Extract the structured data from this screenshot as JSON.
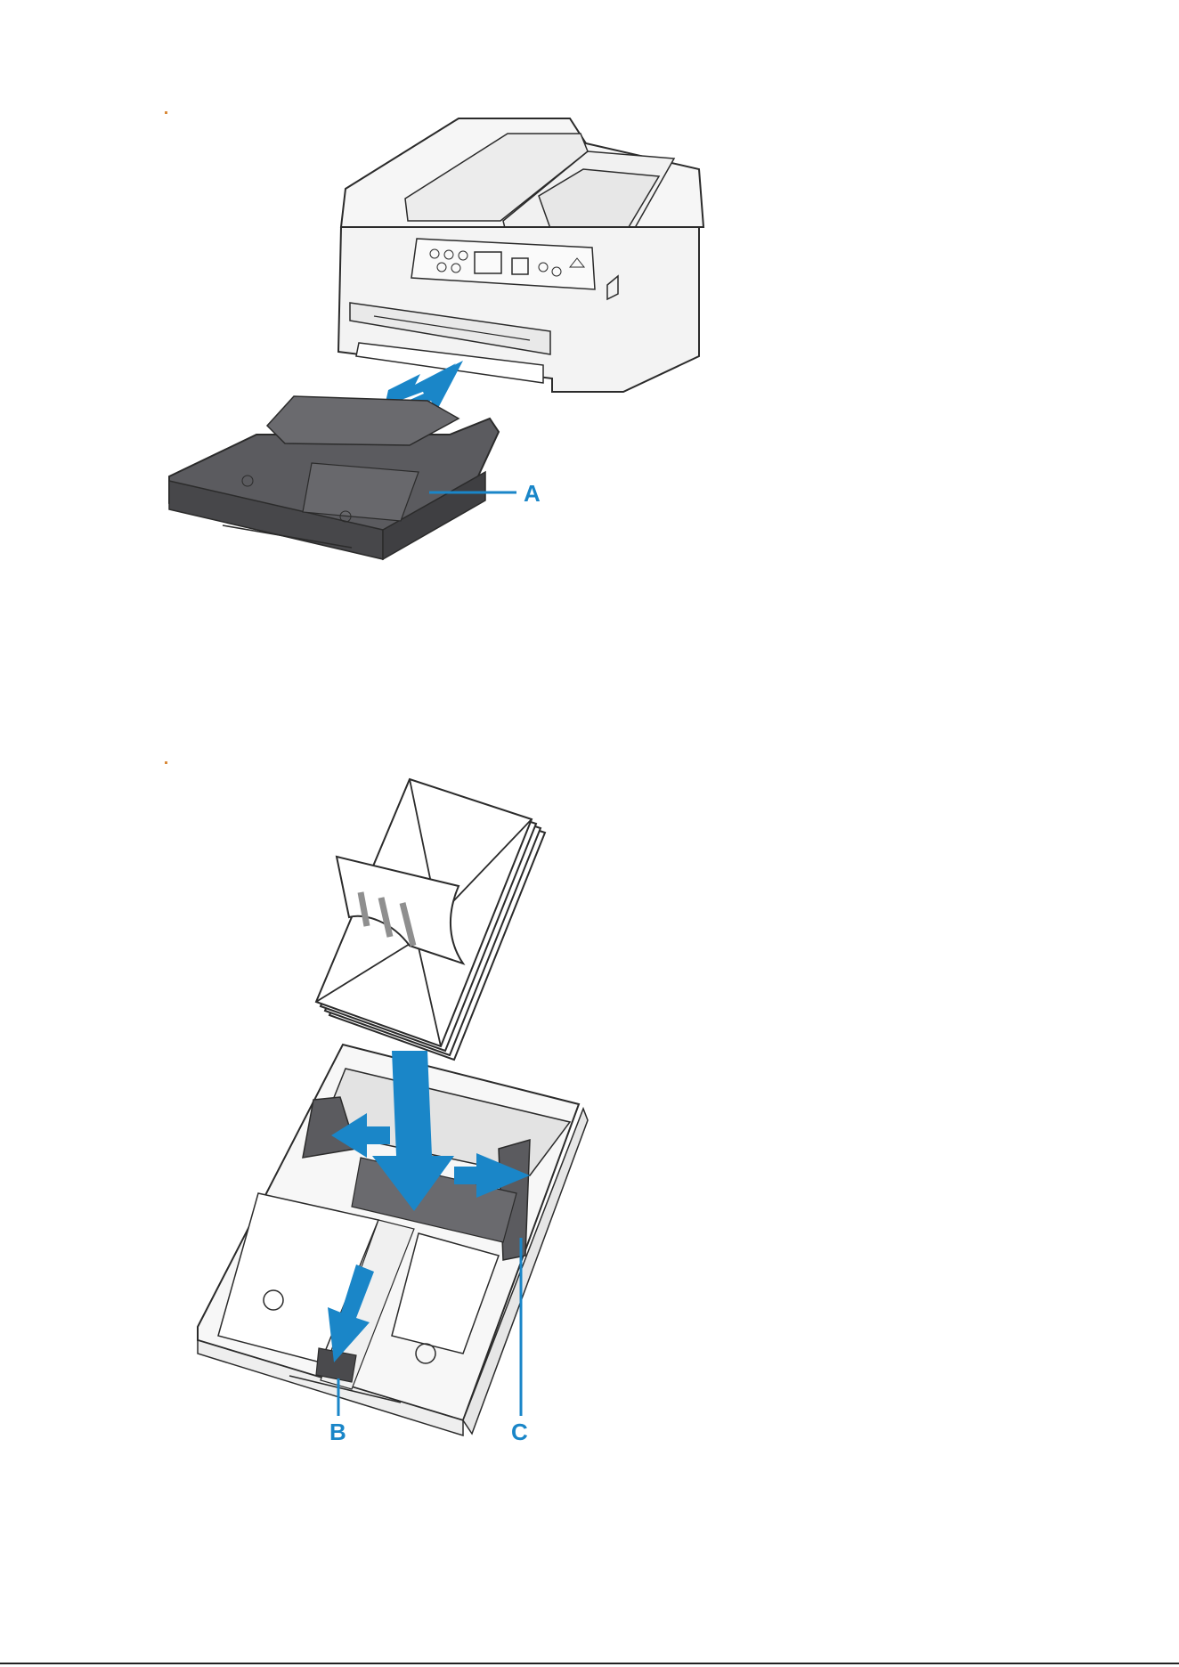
{
  "figure1": {
    "labels": {
      "a": "A"
    }
  },
  "figure2": {
    "labels": {
      "b": "B",
      "c": "C"
    }
  },
  "colors": {
    "accent_arrow": "#1a86c8",
    "tray_dark": "#5b5b5f",
    "printer_body": "#f3f3f3",
    "outline": "#2b2b2b",
    "marker": "#d98a3a"
  }
}
